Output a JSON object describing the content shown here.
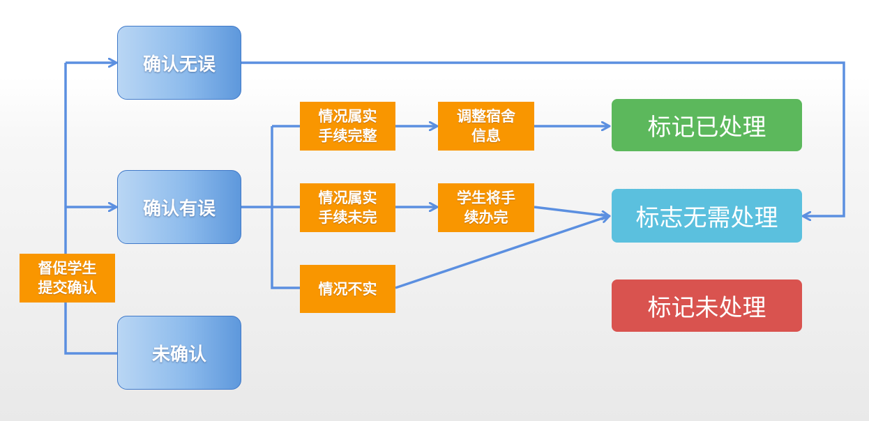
{
  "nodes": {
    "confirm_ok": "确认无误",
    "confirm_err": "确认有误",
    "unconfirmed": "未确认",
    "urge": "督促学生\n提交确认",
    "true_complete": "情况属实\n手续完整",
    "true_incomplete": "情况属实\n手续未完",
    "not_true": "情况不实",
    "adjust_dorm": "调整宿舍\n信息",
    "student_finish": "学生将手\n续办完",
    "mark_processed": "标记已处理",
    "mark_no_need": "标志无需处理",
    "mark_unprocessed": "标记未处理"
  },
  "colors": {
    "connector": "#5b8fe0",
    "orange": "#f99600",
    "green": "#5cb85c",
    "cyan": "#5bc0de",
    "red": "#d9534f"
  }
}
